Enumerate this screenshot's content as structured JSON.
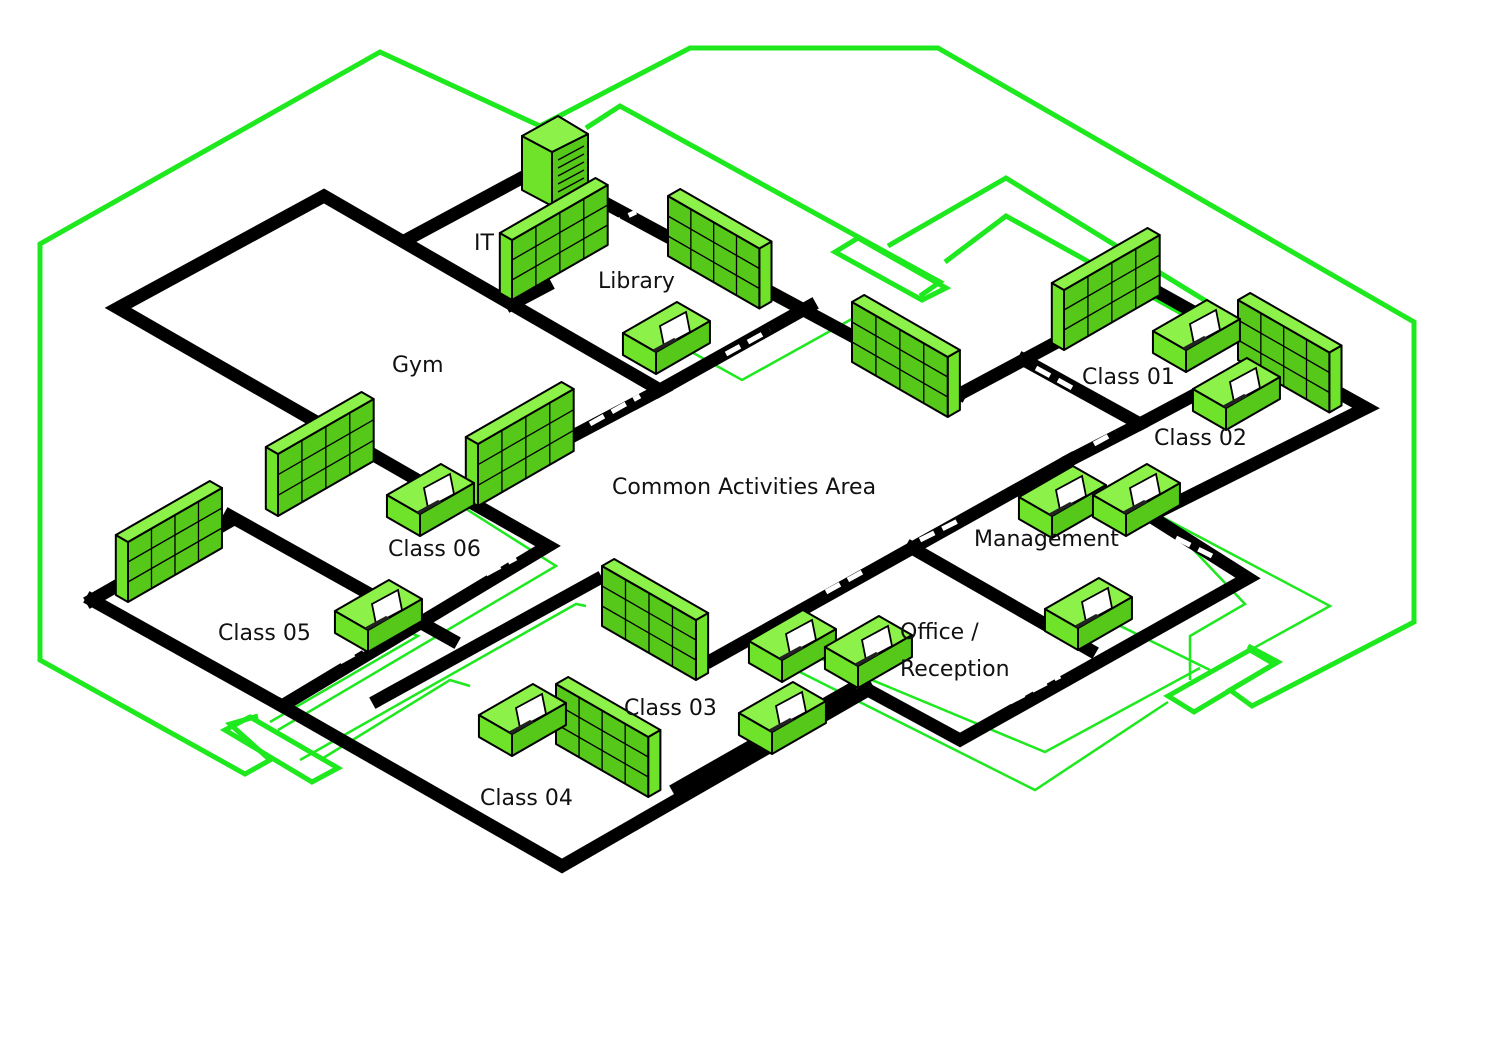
{
  "rooms": {
    "it": "IT",
    "library": "Library",
    "gym": "Gym",
    "common": "Common Activities Area",
    "class01": "Class 01",
    "class02": "Class 02",
    "class03": "Class 03",
    "class04": "Class 04",
    "class05": "Class 05",
    "class06": "Class 06",
    "management": "Management",
    "office_line1": "Office /",
    "office_line2": "Reception"
  },
  "colors": {
    "network": "#1ee81e",
    "furniture": "#7fe83a",
    "walls": "#000000",
    "background": "#ffffff"
  },
  "icons": [
    "server-rack-icon",
    "bookshelf-icon",
    "computer-desk-icon",
    "network-cable-line"
  ]
}
